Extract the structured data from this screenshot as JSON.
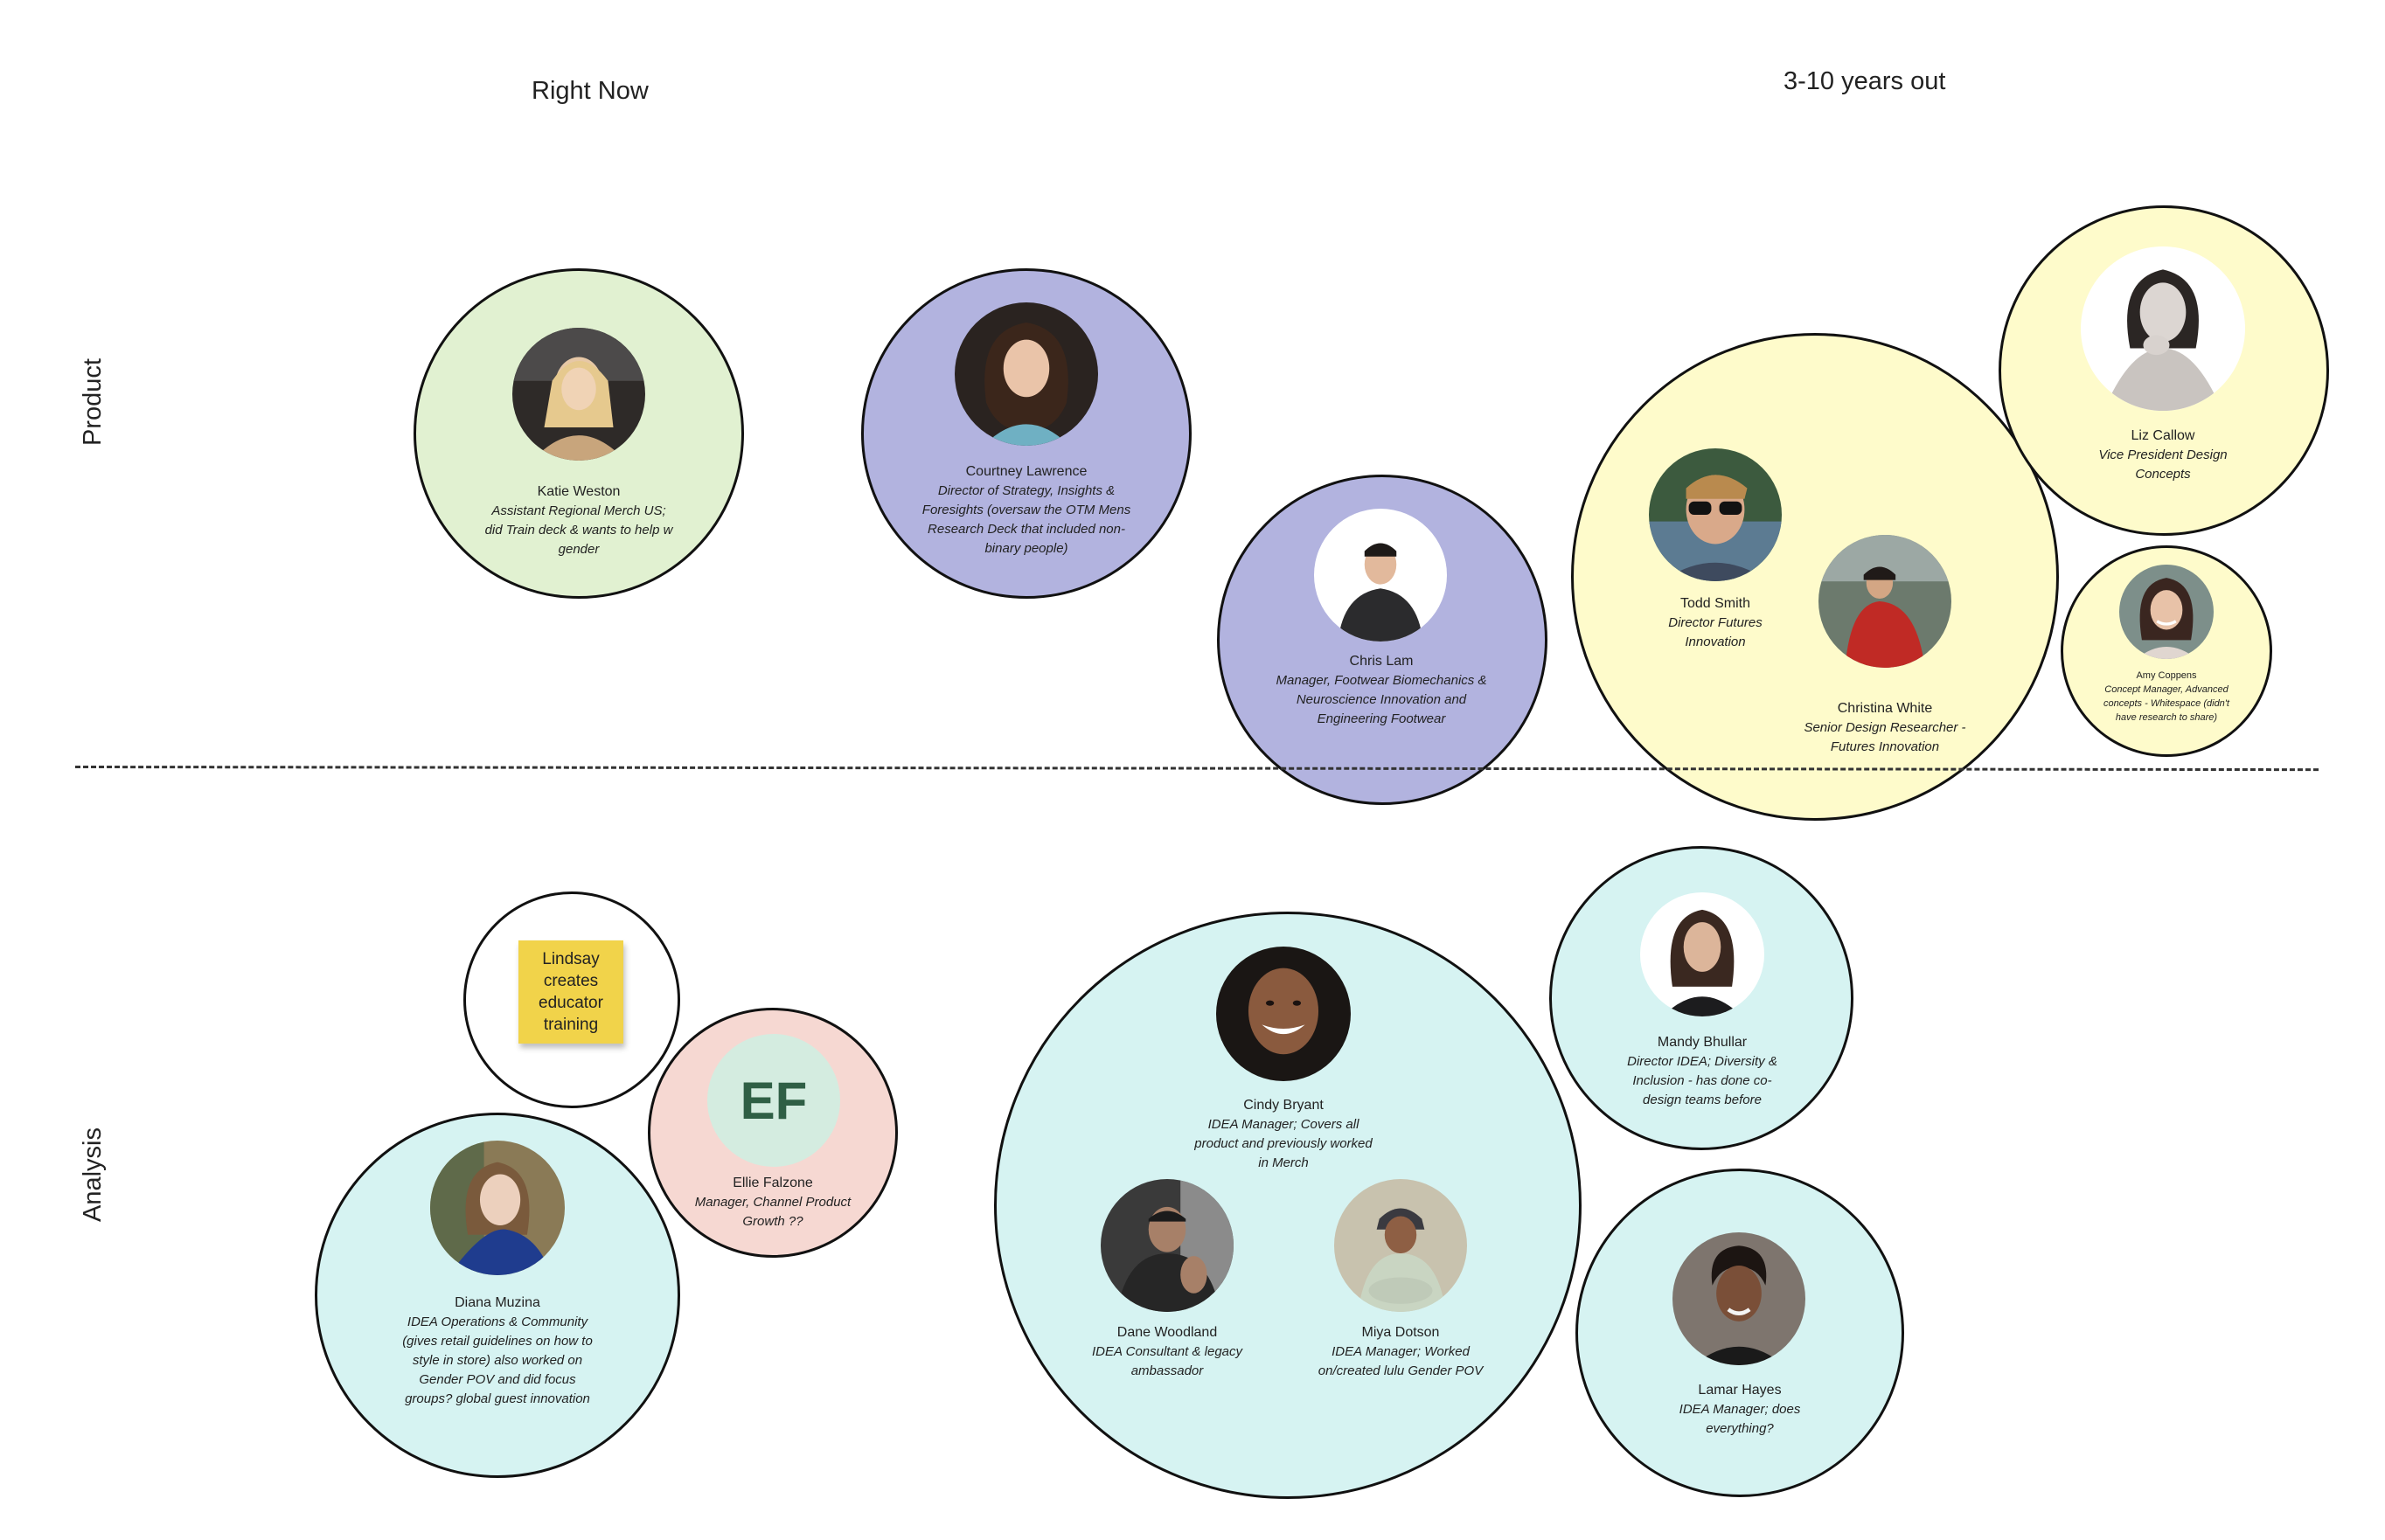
{
  "axes": {
    "col_now": "Right Now",
    "col_future": "3-10 years out",
    "row_product": "Product",
    "row_analysis": "Analysis"
  },
  "people": {
    "katie": {
      "name": "Katie Weston",
      "role": "Assistant Regional Merch US; did Train deck & wants to help w gender"
    },
    "courtney": {
      "name": "Courtney Lawrence",
      "role": "Director of Strategy, Insights & Foresights (oversaw the OTM Mens Research Deck that included non-binary people)"
    },
    "chris": {
      "name": "Chris Lam",
      "role": "Manager, Footwear Biomechanics & Neuroscience Innovation and Engineering Footwear"
    },
    "todd": {
      "name": "Todd Smith",
      "role": "Director Futures Innovation"
    },
    "christina": {
      "name": "Christina White",
      "role": "Senior Design Researcher - Futures Innovation"
    },
    "liz": {
      "name": "Liz Callow",
      "role": "Vice President Design Concepts"
    },
    "amy": {
      "name": "Amy Coppens",
      "role": "Concept Manager, Advanced concepts - Whitespace (didn't have research to share)"
    },
    "ellie": {
      "name": "Ellie Falzone",
      "role": "Manager, Channel Product Growth ??",
      "initials": "EF"
    },
    "diana": {
      "name": "Diana Muzina",
      "role": "IDEA Operations & Community (gives retail guidelines on how to style in store) also worked on Gender POV and did focus groups? global guest innovation"
    },
    "cindy": {
      "name": "Cindy Bryant",
      "role": "IDEA Manager; Covers all product and previously worked in Merch"
    },
    "dane": {
      "name": "Dane Woodland",
      "role": "IDEA Consultant & legacy ambassador"
    },
    "miya": {
      "name": "Miya Dotson",
      "role": "IDEA Manager; Worked on/created lulu Gender POV"
    },
    "mandy": {
      "name": "Mandy Bhullar",
      "role": "Director IDEA; Diversity & Inclusion - has done co-design teams before"
    },
    "lamar": {
      "name": "Lamar Hayes",
      "role": "IDEA Manager; does everything?"
    }
  },
  "sticky_note": "Lindsay creates educator training",
  "colors": {
    "green": "#e1f1d1",
    "purple": "#b2b3df",
    "yellow": "#fefbcb",
    "cyan": "#d6f3f2",
    "pink": "#f6d8d2",
    "sticky": "#f1d34a"
  }
}
